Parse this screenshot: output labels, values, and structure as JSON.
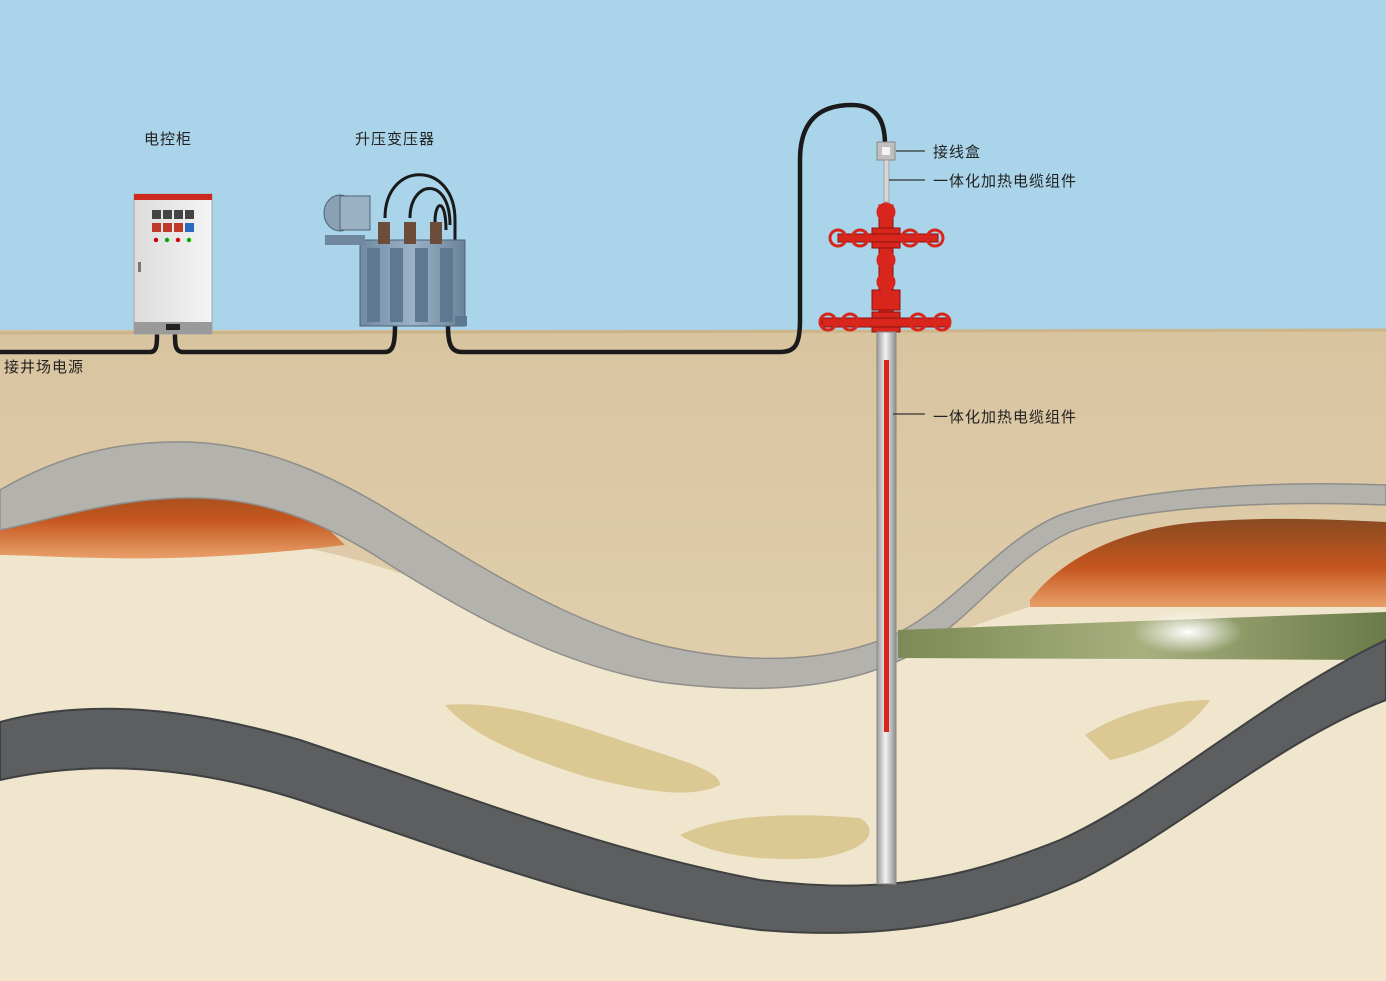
{
  "labels": {
    "control_cabinet": "电控柜",
    "transformer": "升压变压器",
    "wellsite_power": "接井场电源",
    "junction_box": "接线盒",
    "cable_assembly_top": "一体化加热电缆组件",
    "cable_assembly_bottom": "一体化加热电缆组件"
  },
  "colors": {
    "sky": "#a9d4e9",
    "soil": "#ddc9a3",
    "soil_light": "#f0e7cf",
    "rock_band": "#b3b2ad",
    "dark_band": "#5d5e5f",
    "oil_zone": "#c4561e",
    "cable": "#1a1a1a",
    "wellhead_red": "#d8261c",
    "heating_red": "#d8261c"
  }
}
